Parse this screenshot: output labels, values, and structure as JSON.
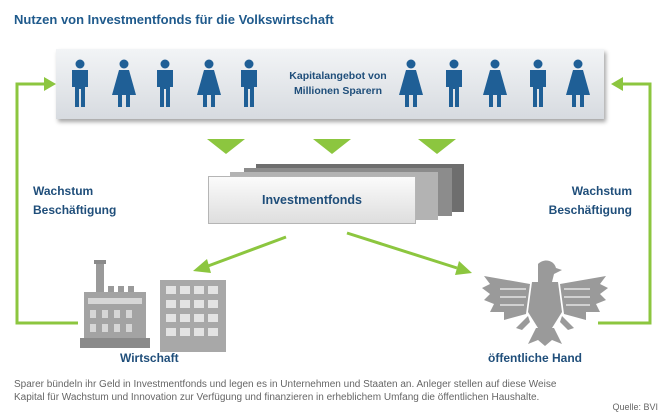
{
  "title": "Nutzen von Investmentfonds für die Volkswirtschaft",
  "band": {
    "line1": "Kapitalangebot von",
    "line2": "Millionen Sparern",
    "icons_left": [
      "man-icon",
      "woman-icon",
      "man-icon",
      "woman-icon",
      "man-icon"
    ],
    "icons_right": [
      "woman-icon",
      "man-icon",
      "woman-icon",
      "man-icon",
      "woman-icon"
    ]
  },
  "fund_label": "Investmentfonds",
  "left_side": {
    "line1": "Wachstum",
    "line2": "Beschäftigung"
  },
  "right_side": {
    "line1": "Wachstum",
    "line2": "Beschäftigung"
  },
  "economy_label": "Wirtschaft",
  "public_label": "öffentliche Hand",
  "caption": {
    "line1": "Sparer bündeln ihr Geld in Investmentfonds und legen es in Unternehmen und Staaten an. Anleger stellen auf diese Weise",
    "line2": "Kapital für Wachstum und Innovation zur Verfügung und finanzieren in erheblichem Umfang die öffentlichen Haushalte."
  },
  "source": "Quelle: BVI",
  "colors": {
    "title": "#1f5a8c",
    "person": "#1f5f96",
    "arrow_green": "#8cc63f",
    "text_blue": "#1f4e7a",
    "icon_grey": "#9a9a9a"
  }
}
